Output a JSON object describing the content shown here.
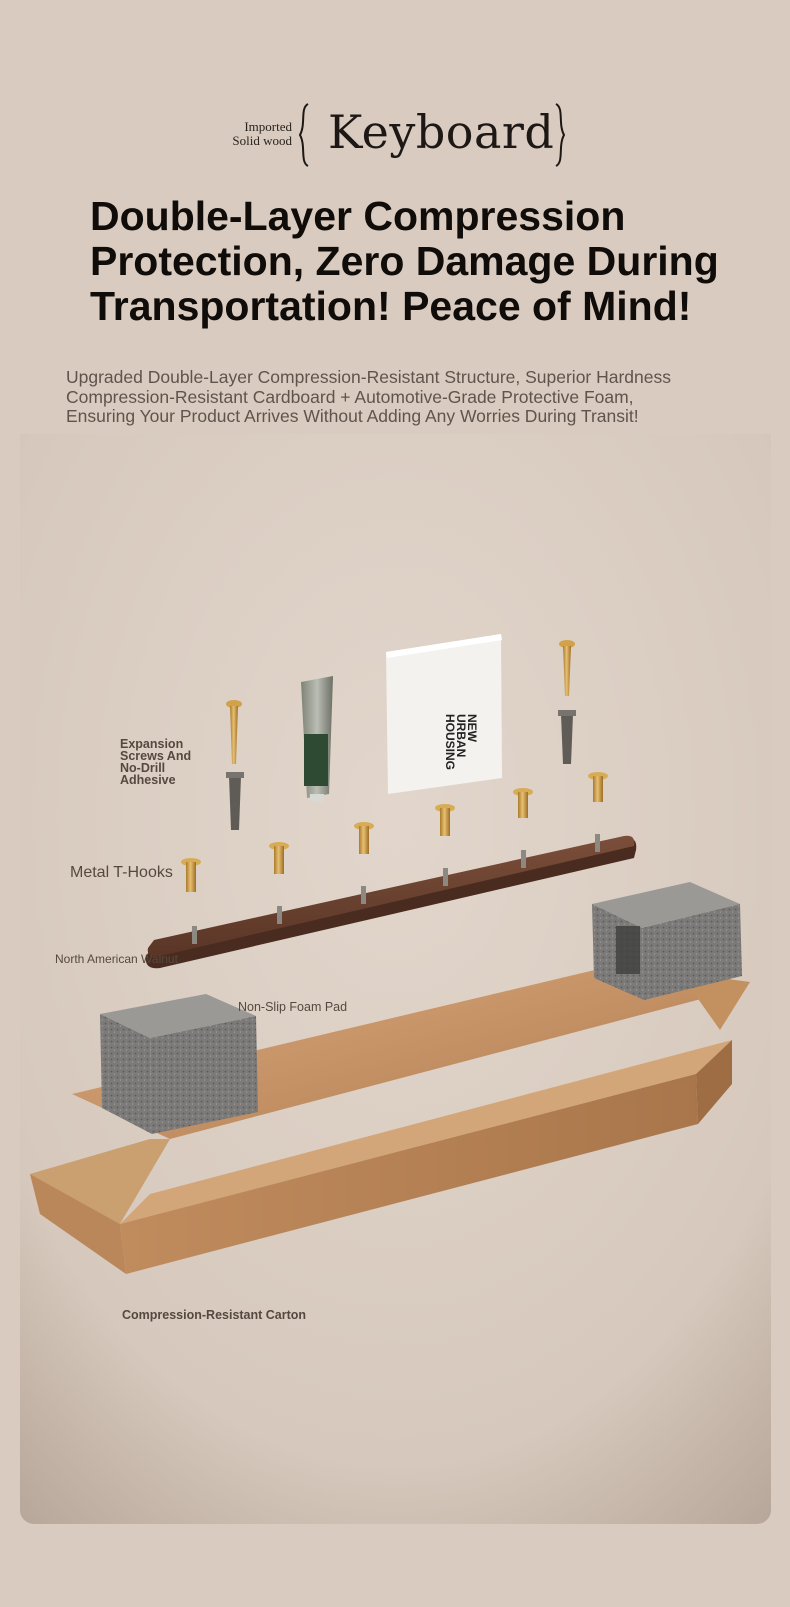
{
  "brand": {
    "subtitle_lines": [
      "Imported",
      "Solid wood"
    ],
    "name": "Keyboard"
  },
  "headline": {
    "lines": [
      "Double-Layer Compression",
      "Protection, Zero Damage During",
      "Transportation! Peace of Mind!"
    ]
  },
  "description": {
    "lines": [
      "Upgraded Double-Layer Compression-Resistant Structure, Superior Hardness",
      "Compression-Resistant Cardboard + Automotive-Grade Protective Foam,",
      "Ensuring Your Product Arrives Without Adding Any Worries During Transit!"
    ]
  },
  "labels": {
    "screws_lines": [
      "Expansion",
      "Screws And",
      "No-Drill",
      "Adhesive"
    ],
    "hooks": "Metal T-Hooks",
    "walnut": "North American Walnut",
    "foam": "Non-Slip Foam Pad",
    "carton": "Compression-Resistant Carton"
  },
  "booklet": {
    "title_lines": [
      "NEW",
      "URBAN",
      "HOUSING"
    ]
  },
  "colors": {
    "background": "#d9cbbf",
    "walnut": "#6b4332",
    "brass": "#c9973f",
    "cardboard": "#c89a6e",
    "foam": "#7d7c7a"
  }
}
